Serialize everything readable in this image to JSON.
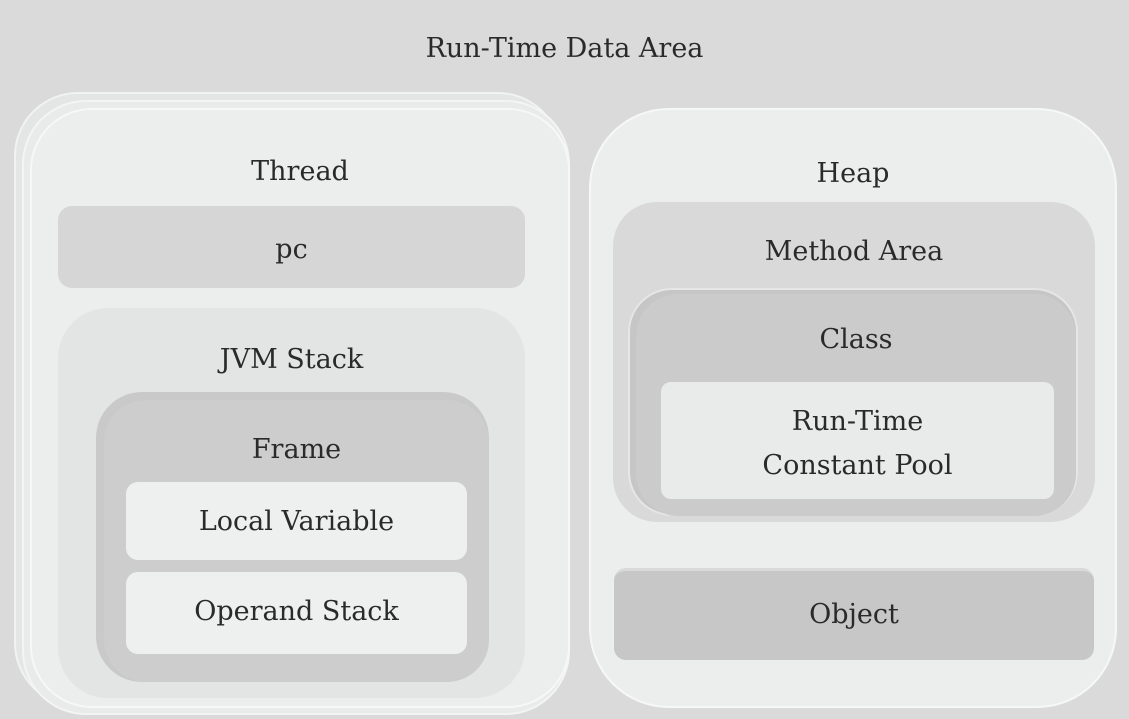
{
  "title": "Run-Time Data Area",
  "thread": {
    "label": "Thread",
    "pc": "pc",
    "jvm_stack": {
      "label": "JVM Stack",
      "frame": {
        "label": "Frame",
        "local_variable": "Local Variable",
        "operand_stack": "Operand Stack"
      }
    }
  },
  "heap": {
    "label": "Heap",
    "method_area": {
      "label": "Method Area",
      "class": {
        "label": "Class",
        "run_time_line1": "Run-Time",
        "run_time_line2": "Constant Pool"
      }
    },
    "object": "Object"
  }
}
